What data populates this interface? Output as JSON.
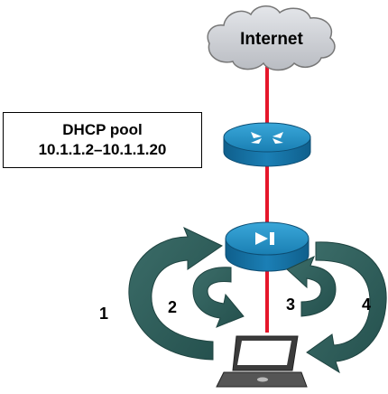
{
  "cloud": {
    "label": "Internet"
  },
  "dhcp_pool": {
    "title": "DHCP pool",
    "range": "10.1.1.2–10.1.1.20"
  },
  "steps": [
    "1",
    "2",
    "3",
    "4"
  ],
  "colors": {
    "link": "#e5172b",
    "cloud": "#d3d5d9",
    "device_blue": "#1a7fb3",
    "arrow_teal": "#2e5a57"
  },
  "icons": {
    "cloud": "internet-cloud-icon",
    "router": "router-icon",
    "access_point": "access-point-icon",
    "client": "laptop-icon"
  }
}
